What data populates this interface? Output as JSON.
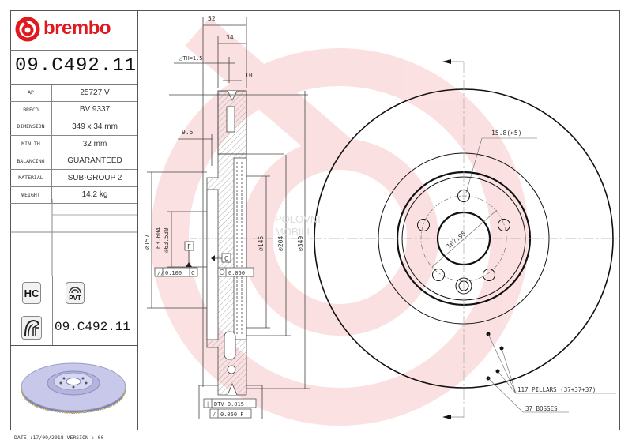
{
  "brand": {
    "name": "brembo",
    "color": "#e0191f"
  },
  "header": {
    "part_number": "09.C492.11"
  },
  "specs": [
    {
      "label": "AP",
      "value": "25727 V"
    },
    {
      "label": "BRECO",
      "value": "BV 9337"
    },
    {
      "label": "DIMENSION",
      "value": "349 x 34 mm"
    },
    {
      "label": "MIN TH",
      "value": "32 mm"
    },
    {
      "label": "BALANCING",
      "value": "GUARANTEED"
    },
    {
      "label": "MATERIAL",
      "value": "SUB-GROUP 2"
    },
    {
      "label": "WEIGHT",
      "value": "14.2 kg"
    }
  ],
  "badges": {
    "hc": "HC",
    "pvt": "PVT"
  },
  "part_row": {
    "part_number": "09.C492.11"
  },
  "footer": {
    "text": "DATE :17/09/2018 VERSION : 00"
  },
  "section_view": {
    "dim_overall_width": "52",
    "dim_thickness": "34",
    "dim_delta_th": "△TH=1.5",
    "dim_10": "10",
    "dim_9_5": "9.5",
    "dim_d157": "⌀157",
    "dim_bore_max": "63.604",
    "dim_bore_min": "⌀63.530",
    "dim_d145": "⌀145",
    "dim_d204": "⌀204",
    "dim_d349": "⌀349",
    "datum_f": "F",
    "datum_c": "C",
    "tol_flatness": "0.100",
    "tol_flatness_ref": "C",
    "tol_runout": "0.050",
    "tol_dtv": "DTV 0.015",
    "tol_runout_f": "0.050 F"
  },
  "front_view": {
    "hole_callout": "15.8(×5)",
    "pcd": "107.95",
    "pillars": "117 PILLARS (37+37+37)",
    "bosses": "37 BOSSES"
  },
  "watermark": {
    "line1": "POLOVNI",
    "line2": "MOBILI"
  }
}
